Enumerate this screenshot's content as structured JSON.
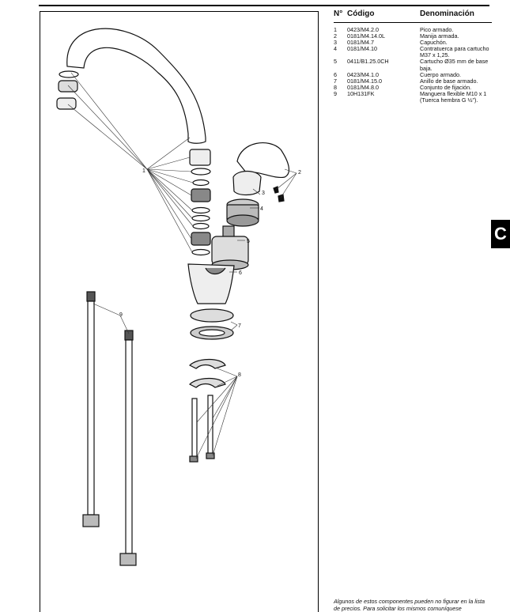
{
  "table": {
    "headers": {
      "num": "N°",
      "code": "Código",
      "name": "Denominación"
    },
    "rows": [
      {
        "num": "1",
        "code": "0423/M4.2.0",
        "name": "Pico armado."
      },
      {
        "num": "2",
        "code": "0181/M4.14.0L",
        "name": "Manija armada."
      },
      {
        "num": "3",
        "code": "0181/M4.7",
        "name": "Capuchón."
      },
      {
        "num": "4",
        "code": "0181/M4.10",
        "name": "Contratuerca para cartucho M37 x 1,25."
      },
      {
        "num": "5",
        "code": "0411/B1.25.0CH",
        "name": "Cartucho Ø35 mm de base baja."
      },
      {
        "num": "6",
        "code": "0423/M4.1.0",
        "name": "Cuerpo armado."
      },
      {
        "num": "7",
        "code": "0181/M4.15.0",
        "name": "Anillo de base armado."
      },
      {
        "num": "8",
        "code": "0181/M4.8.0",
        "name": "Conjunto de fijación."
      },
      {
        "num": "9",
        "code": "10H131FK",
        "name": "Manguera flexible M10 x 1 (Tuerca hembra G ½\")."
      }
    ]
  },
  "section_tab": "C",
  "footnote": "Algunos de estos componentes pueden no figurar en la lista de precios. Para solicitar los mismos comuníquese",
  "callouts": {
    "c1": "1",
    "c2": "2",
    "c3": "3",
    "c4": "4",
    "c5": "5",
    "c6": "6",
    "c7": "7",
    "c8": "8",
    "c9": "9"
  }
}
